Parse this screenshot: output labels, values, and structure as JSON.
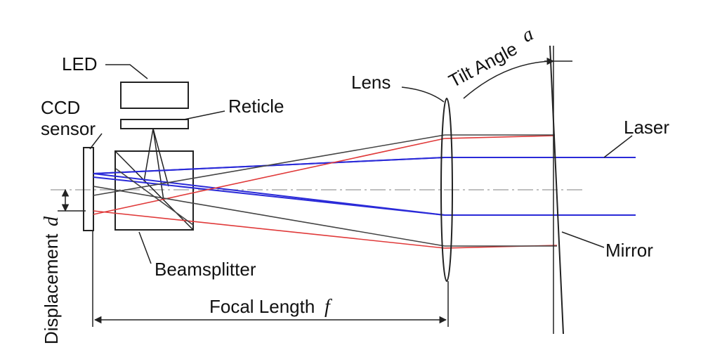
{
  "labels": {
    "led": "LED",
    "reticle": "Reticle",
    "ccd_line1": "CCD",
    "ccd_line2": "sensor",
    "lens": "Lens",
    "tilt_angle": "Tilt Angle",
    "tilt_symbol": "a",
    "laser": "Laser",
    "mirror": "Mirror",
    "beamsplitter": "Beamsplitter",
    "displacement": "Displacement",
    "displacement_symbol": "d",
    "focal_length": "Focal Length",
    "focal_symbol": "f"
  },
  "colors": {
    "laser_blue": "#2a2ad8",
    "reflected_red": "#e03a3a",
    "outline": "#222222",
    "optical_axis": "#aaaaaa"
  }
}
